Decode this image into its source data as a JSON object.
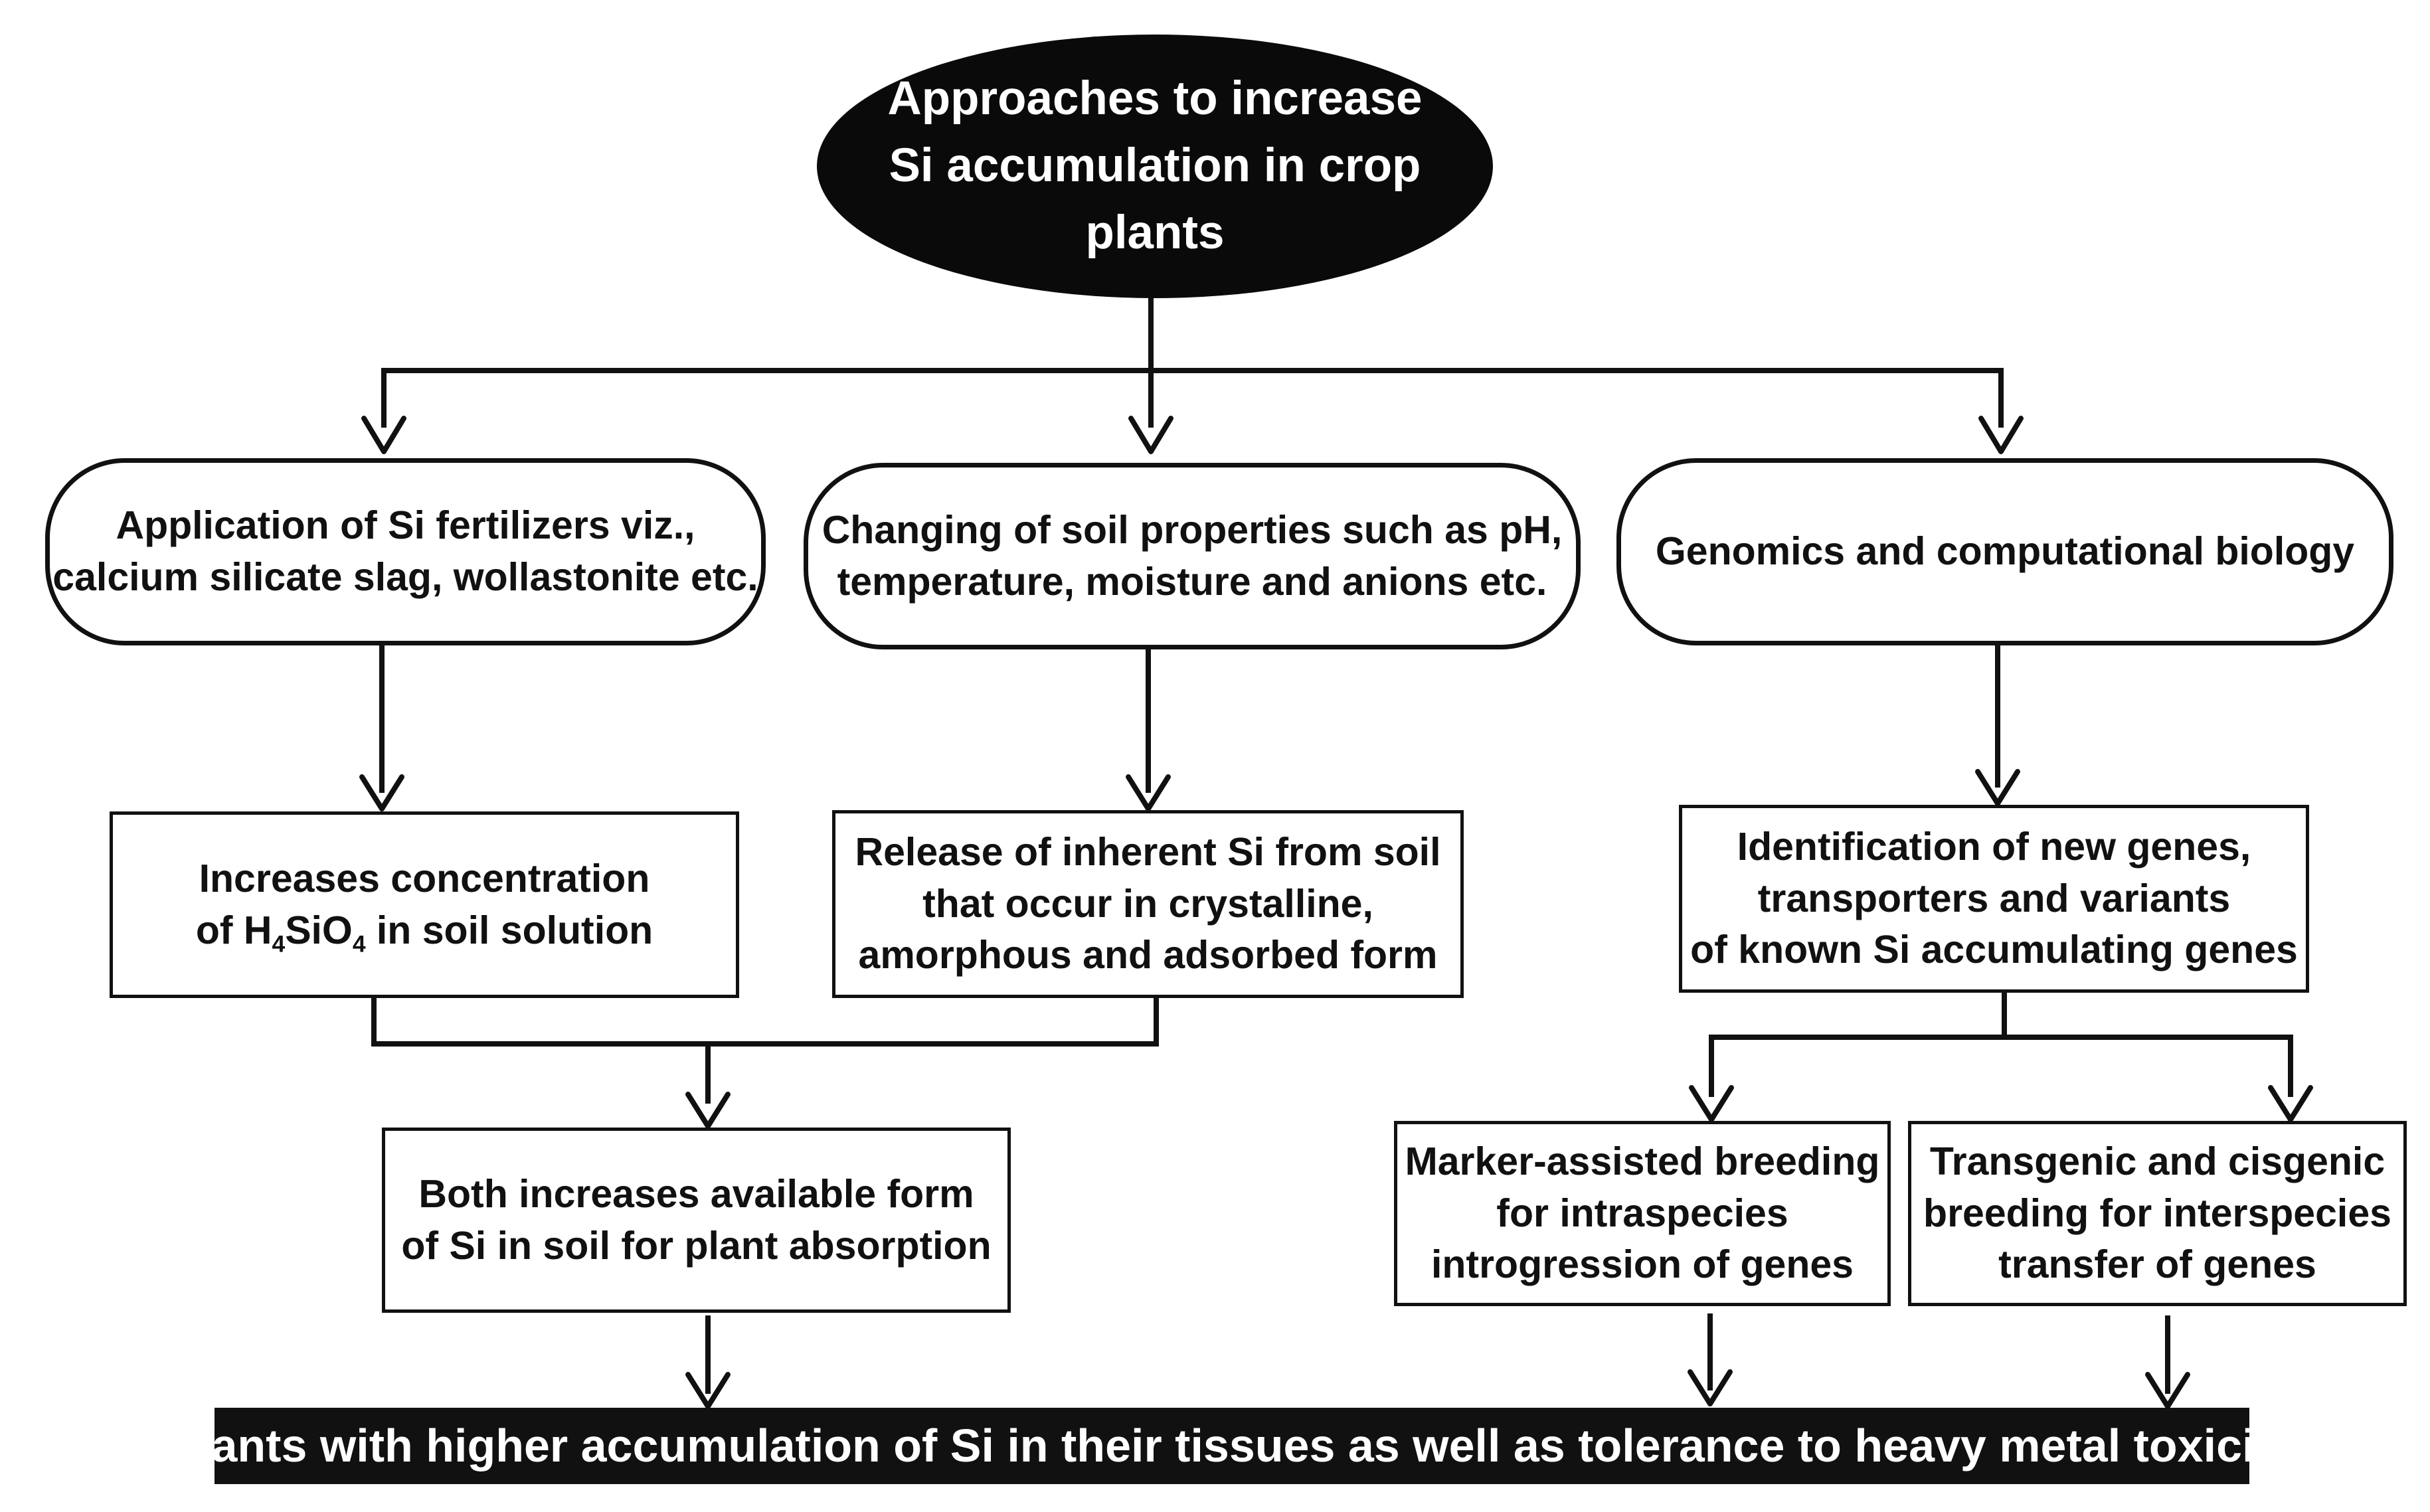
{
  "root": {
    "line1": "Approaches to increase",
    "line2": "Si accumulation in crop plants"
  },
  "approaches": {
    "fertilizers": {
      "line1": "Application of Si fertilizers viz.,",
      "line2": "calcium silicate slag, wollastonite etc."
    },
    "soil_properties": {
      "line1": "Changing of soil properties such as pH,",
      "line2": "temperature, moisture and anions etc."
    },
    "genomics": {
      "line1": "Genomics and computational biology"
    }
  },
  "effects": {
    "concentration": {
      "line1": "Increases concentration",
      "line2_prefix": "of H",
      "sub1": "4",
      "mid": "SiO",
      "sub2": "4",
      "line2_suffix": " in soil solution"
    },
    "release": {
      "line1": "Release of inherent Si  from soil",
      "line2": "that occur in  crystalline,",
      "line3": "amorphous and adsorbed form"
    },
    "identification": {
      "line1": "Identification of new genes,",
      "line2": "transporters and variants",
      "line3": "of known Si accumulating genes"
    },
    "available": {
      "line1": "Both increases available form",
      "line2": "of Si in soil for plant absorption"
    },
    "marker": {
      "line1": "Marker-assisted breeding",
      "line2": "for intraspecies",
      "line3": "introgression  of genes"
    },
    "transgenic": {
      "line1": "Transgenic and cisgenic",
      "line2": "breeding for interspecies",
      "line3": "transfer of genes"
    }
  },
  "outcome": {
    "text": "Plants with higher accumulation of Si in their tissues as well as tolerance to heavy metal toxicity"
  }
}
